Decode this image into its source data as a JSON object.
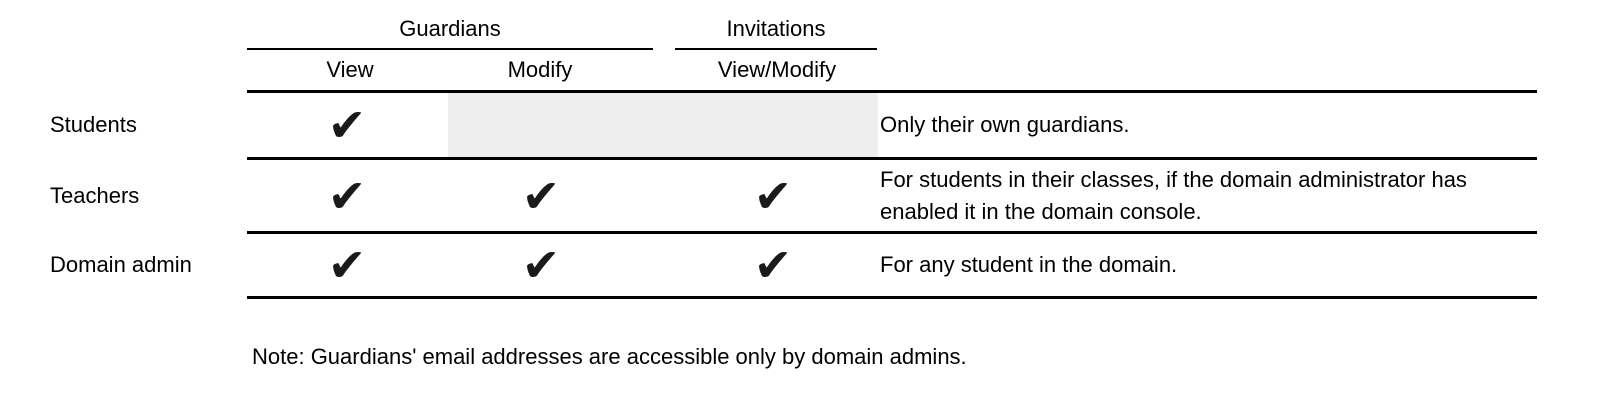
{
  "table": {
    "column_groups": [
      {
        "label": "Guardians"
      },
      {
        "label": "Invitations"
      }
    ],
    "sub_columns": [
      "View",
      "Modify",
      "View/Modify"
    ],
    "rows": [
      {
        "role": "Students",
        "cells": [
          "✔",
          "",
          ""
        ],
        "note": "Only their own guardians."
      },
      {
        "role": "Teachers",
        "cells": [
          "✔",
          "✔",
          "✔"
        ],
        "note": "For students in their classes, if the domain administrator has enabled it in the domain console."
      },
      {
        "role": "Domain admin",
        "cells": [
          "✔",
          "✔",
          "✔"
        ],
        "note": "For any student in the domain."
      }
    ]
  },
  "footnote": "Note: Guardians' email addresses are accessible only by domain admins.",
  "colors": {
    "text": "#000000",
    "line": "#000000",
    "disabled_cell": "#eeeeee",
    "background": "#ffffff"
  }
}
